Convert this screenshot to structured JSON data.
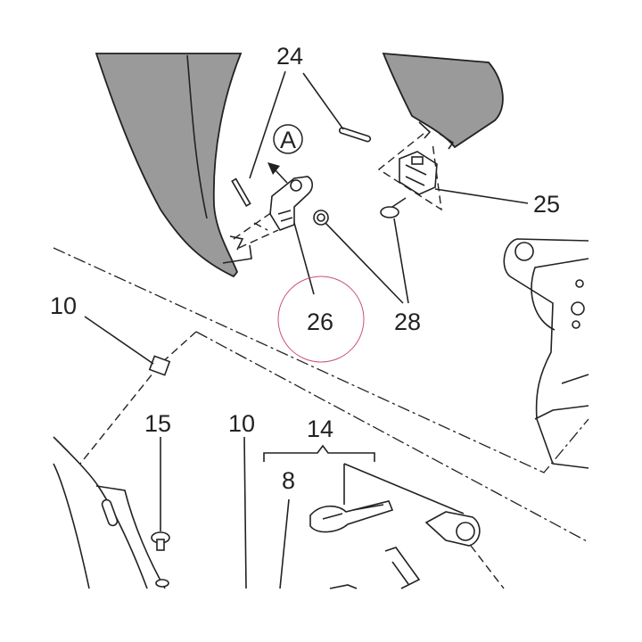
{
  "callouts": {
    "c24": "24",
    "c25": "25",
    "c26": "26",
    "c28": "28",
    "c10a": "10",
    "c15": "15",
    "c10b": "10",
    "c14": "14",
    "c8": "8",
    "detail": "A"
  },
  "colors": {
    "panel_fill": "#9a9a9a",
    "line": "#222222",
    "highlight_circle": "#c8507a"
  }
}
